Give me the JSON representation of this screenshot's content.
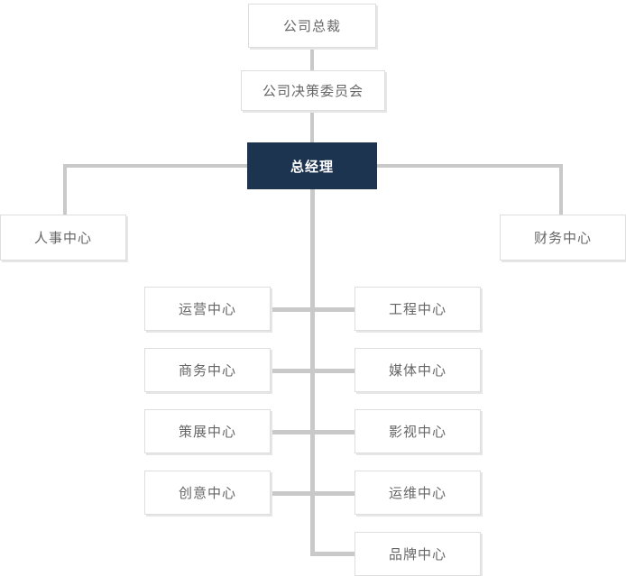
{
  "chart": {
    "type": "org-chart",
    "title": "",
    "nodes": [
      {
        "id": "president",
        "label": "公司总裁",
        "level": 0,
        "style": "plain"
      },
      {
        "id": "decision-committee",
        "label": "公司决策委员会",
        "level": 1,
        "style": "plain"
      },
      {
        "id": "general-manager",
        "label": "总经理",
        "level": 2,
        "style": "highlight"
      },
      {
        "id": "hr-center",
        "label": "人事中心",
        "level": 3,
        "style": "plain"
      },
      {
        "id": "finance-center",
        "label": "财务中心",
        "level": 3,
        "style": "plain"
      },
      {
        "id": "operations-center",
        "label": "运营中心",
        "level": 4,
        "style": "plain"
      },
      {
        "id": "engineering-center",
        "label": "工程中心",
        "level": 4,
        "style": "plain"
      },
      {
        "id": "business-center",
        "label": "商务中心",
        "level": 4,
        "style": "plain"
      },
      {
        "id": "media-center",
        "label": "媒体中心",
        "level": 4,
        "style": "plain"
      },
      {
        "id": "curation-center",
        "label": "策展中心",
        "level": 4,
        "style": "plain"
      },
      {
        "id": "film-center",
        "label": "影视中心",
        "level": 4,
        "style": "plain"
      },
      {
        "id": "creative-center",
        "label": "创意中心",
        "level": 4,
        "style": "plain"
      },
      {
        "id": "opsmaint-center",
        "label": "运维中心",
        "level": 4,
        "style": "plain"
      },
      {
        "id": "brand-center",
        "label": "品牌中心",
        "level": 4,
        "style": "plain"
      }
    ],
    "colors": {
      "highlight_fill": "#1d3451",
      "highlight_text": "#ffffff",
      "node_fill": "#ffffff",
      "node_border": "#dedede",
      "node_text": "#666666",
      "connector": "#c9c9c9",
      "shadow": "#e6e6e6",
      "background": "#ffffff"
    }
  }
}
